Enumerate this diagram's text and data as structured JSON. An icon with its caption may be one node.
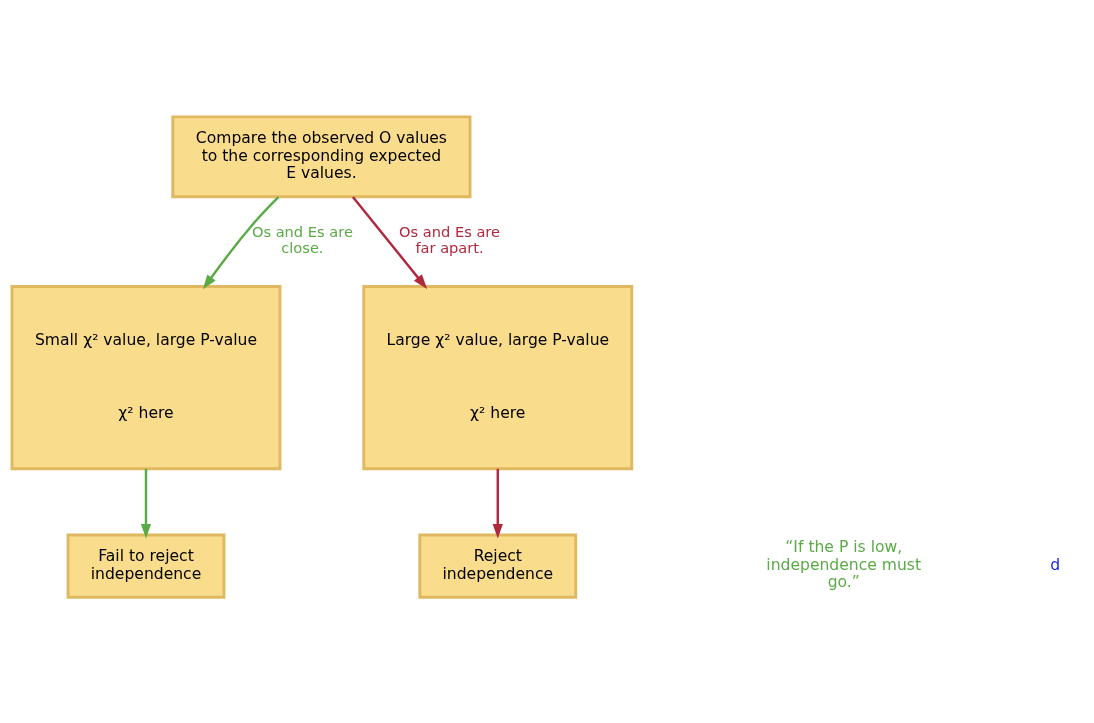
{
  "diagram": {
    "nodes": [
      {
        "text": [
          "Compare the observed O values to the corresponding expected E values."
        ]
      },
      {
        "text": [
          "Small χ² value, large P-value",
          "χ² here"
        ]
      },
      {
        "text": [
          "Large χ² value, large P-value",
          "χ² here"
        ]
      },
      {
        "text": [
          "Fail to reject independence"
        ]
      },
      {
        "text": [
          "Reject independence"
        ]
      }
    ],
    "edges": [
      {
        "from": 0,
        "to": 1,
        "arrow": "to",
        "label": "Os and Es are close.",
        "color": "#5aaa46"
      },
      {
        "from": 0,
        "to": 2,
        "arrow": "to",
        "label": "Os and Es are far apart.",
        "color": "#b0283c"
      },
      {
        "from": 1,
        "to": 3,
        "arrow": "to",
        "color": "#5aaa46"
      },
      {
        "from": 2,
        "to": 4,
        "arrow": "to",
        "color": "#b0283c"
      }
    ],
    "labels": [
      "“If the P is low, independence must go.”",
      "d"
    ]
  }
}
